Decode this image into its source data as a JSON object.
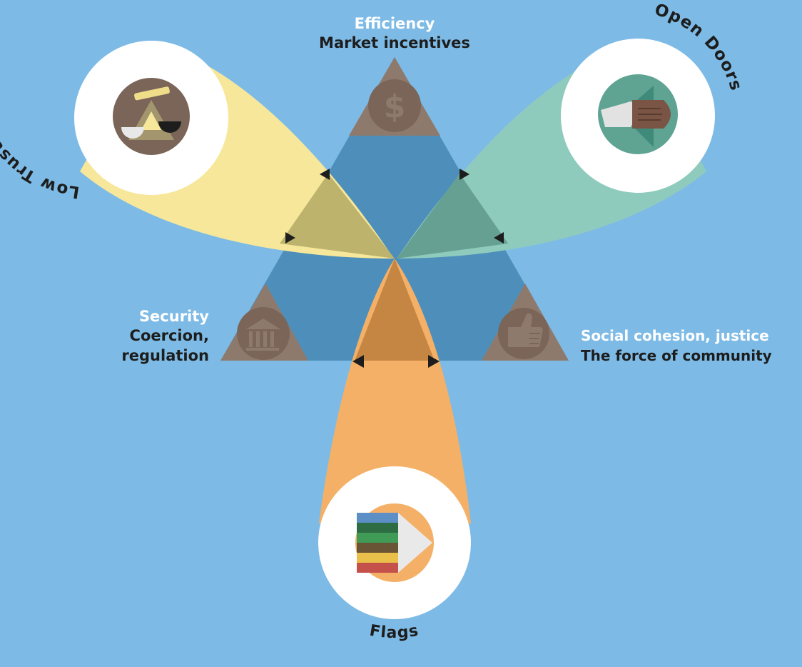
{
  "colors": {
    "background": "#7dbbe6",
    "frame": "#ffffff",
    "triangle_blue": "#4d8fba",
    "corner_brown": "#8e7a6d",
    "icon_brown": "#7a6558",
    "low_trust_yellow": "#f7e79a",
    "low_trust_overlap": "#bdb36d",
    "open_doors_teal": "#8fcbbd",
    "open_doors_overlap": "#66a092",
    "flags_orange": "#f4b066",
    "flags_overlap": "#c68643",
    "arrow": "#1d1d1d"
  },
  "vertices": {
    "top": {
      "title": "Efficiency",
      "subtitle": "Market incentives",
      "icon": "dollar-icon"
    },
    "left": {
      "title": "Security",
      "subtitle_line1": "Coercion,",
      "subtitle_line2": "regulation",
      "icon": "bank-building-icon"
    },
    "right": {
      "title": "Social cohesion, justice",
      "subtitle": "The force of community",
      "icon": "thumbs-up-hand-icon"
    }
  },
  "scenarios": {
    "low_trust": {
      "name": "Low Trust Globalisation",
      "icon": "balance-scale-icon"
    },
    "open_doors": {
      "name": "Open Doors",
      "icon": "handshake-icon"
    },
    "flags": {
      "name": "Flags",
      "icon": "waving-flags-icon"
    }
  }
}
